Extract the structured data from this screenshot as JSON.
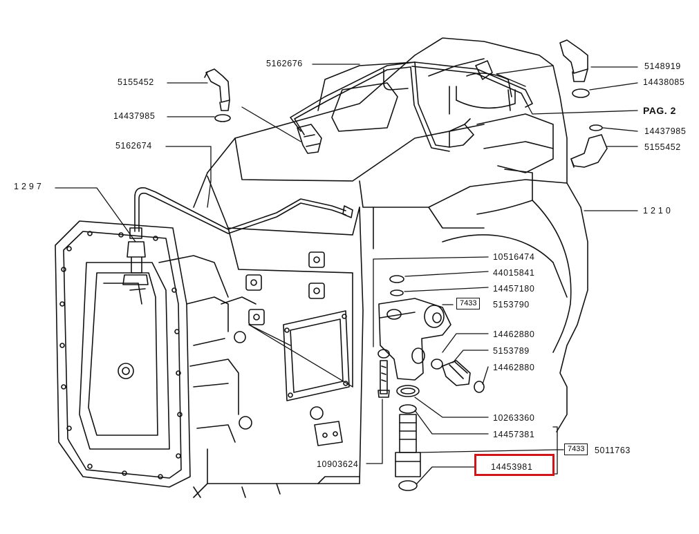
{
  "diagram": {
    "labels": {
      "p5155452a": "5155452",
      "p14437985a": "14437985",
      "p5162676": "5162676",
      "p5148919": "5148919",
      "p14438085": "14438085",
      "pag2": "PAG. 2",
      "p14437985b": "14437985",
      "p5155452b": "5155452",
      "p5162674": "5162674",
      "p1297": "1297",
      "p1210": "1210",
      "p10516474": "10516474",
      "p44015841": "44015841",
      "p14457180": "14457180",
      "p5153790": "5153790",
      "p14462880a": "14462880",
      "p5153789": "5153789",
      "p14462880b": "14462880",
      "p10263360": "10263360",
      "p14457381": "14457381",
      "p5011763": "5011763",
      "p14453981": "14453981",
      "p10903624": "10903624"
    },
    "boxes": {
      "b7433a": "7433",
      "b7433b": "7433"
    },
    "highlight_color": "#d0141a",
    "highlighted_part": "14453981"
  }
}
